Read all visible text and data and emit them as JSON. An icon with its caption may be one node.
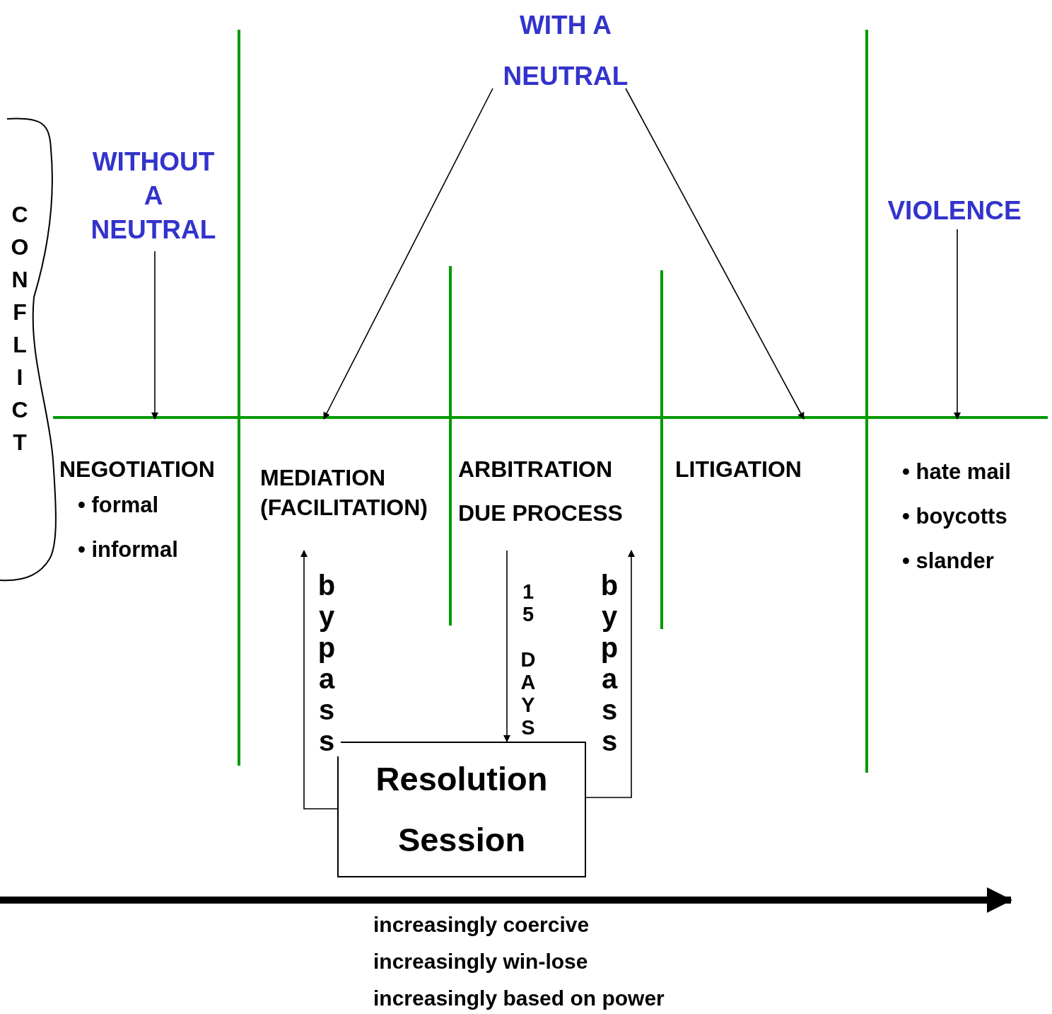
{
  "diagram": {
    "nodes": [
      {
        "text": [
          "WITHOUT A NEUTRAL"
        ]
      },
      {
        "text": [
          "WITH A NEUTRAL"
        ]
      },
      {
        "text": [
          "VIOLENCE"
        ]
      },
      {
        "text": [
          "NEGOTIATION",
          "• formal",
          "• informal"
        ]
      },
      {
        "text": [
          "MEDIATION (FACILITATION)"
        ]
      },
      {
        "text": [
          "ARBITRATION",
          "DUE PROCESS"
        ]
      },
      {
        "text": [
          "LITIGATION"
        ]
      },
      {
        "text": [
          "• hate mail",
          "• boycotts",
          "• slander"
        ]
      },
      {
        "text": [
          "Resolution Session"
        ]
      }
    ],
    "edges": [
      {
        "from": 0,
        "to": 3,
        "arrow": "to"
      },
      {
        "from": 1,
        "to": 4,
        "arrow": "to"
      },
      {
        "from": 1,
        "to": 6,
        "arrow": "to"
      },
      {
        "from": 2,
        "to": 7,
        "arrow": "to"
      },
      {
        "from": 8,
        "to": 4,
        "arrow": "to",
        "label": "bypass"
      },
      {
        "from": 5,
        "to": 8,
        "arrow": "to",
        "label": "15 DAYS"
      },
      {
        "from": 8,
        "to": 5,
        "arrow": "to",
        "label": "bypass"
      }
    ],
    "labels": [
      "CONFLICT",
      "increasingly coercive",
      "increasingly win-lose",
      "increasingly based on power"
    ]
  }
}
